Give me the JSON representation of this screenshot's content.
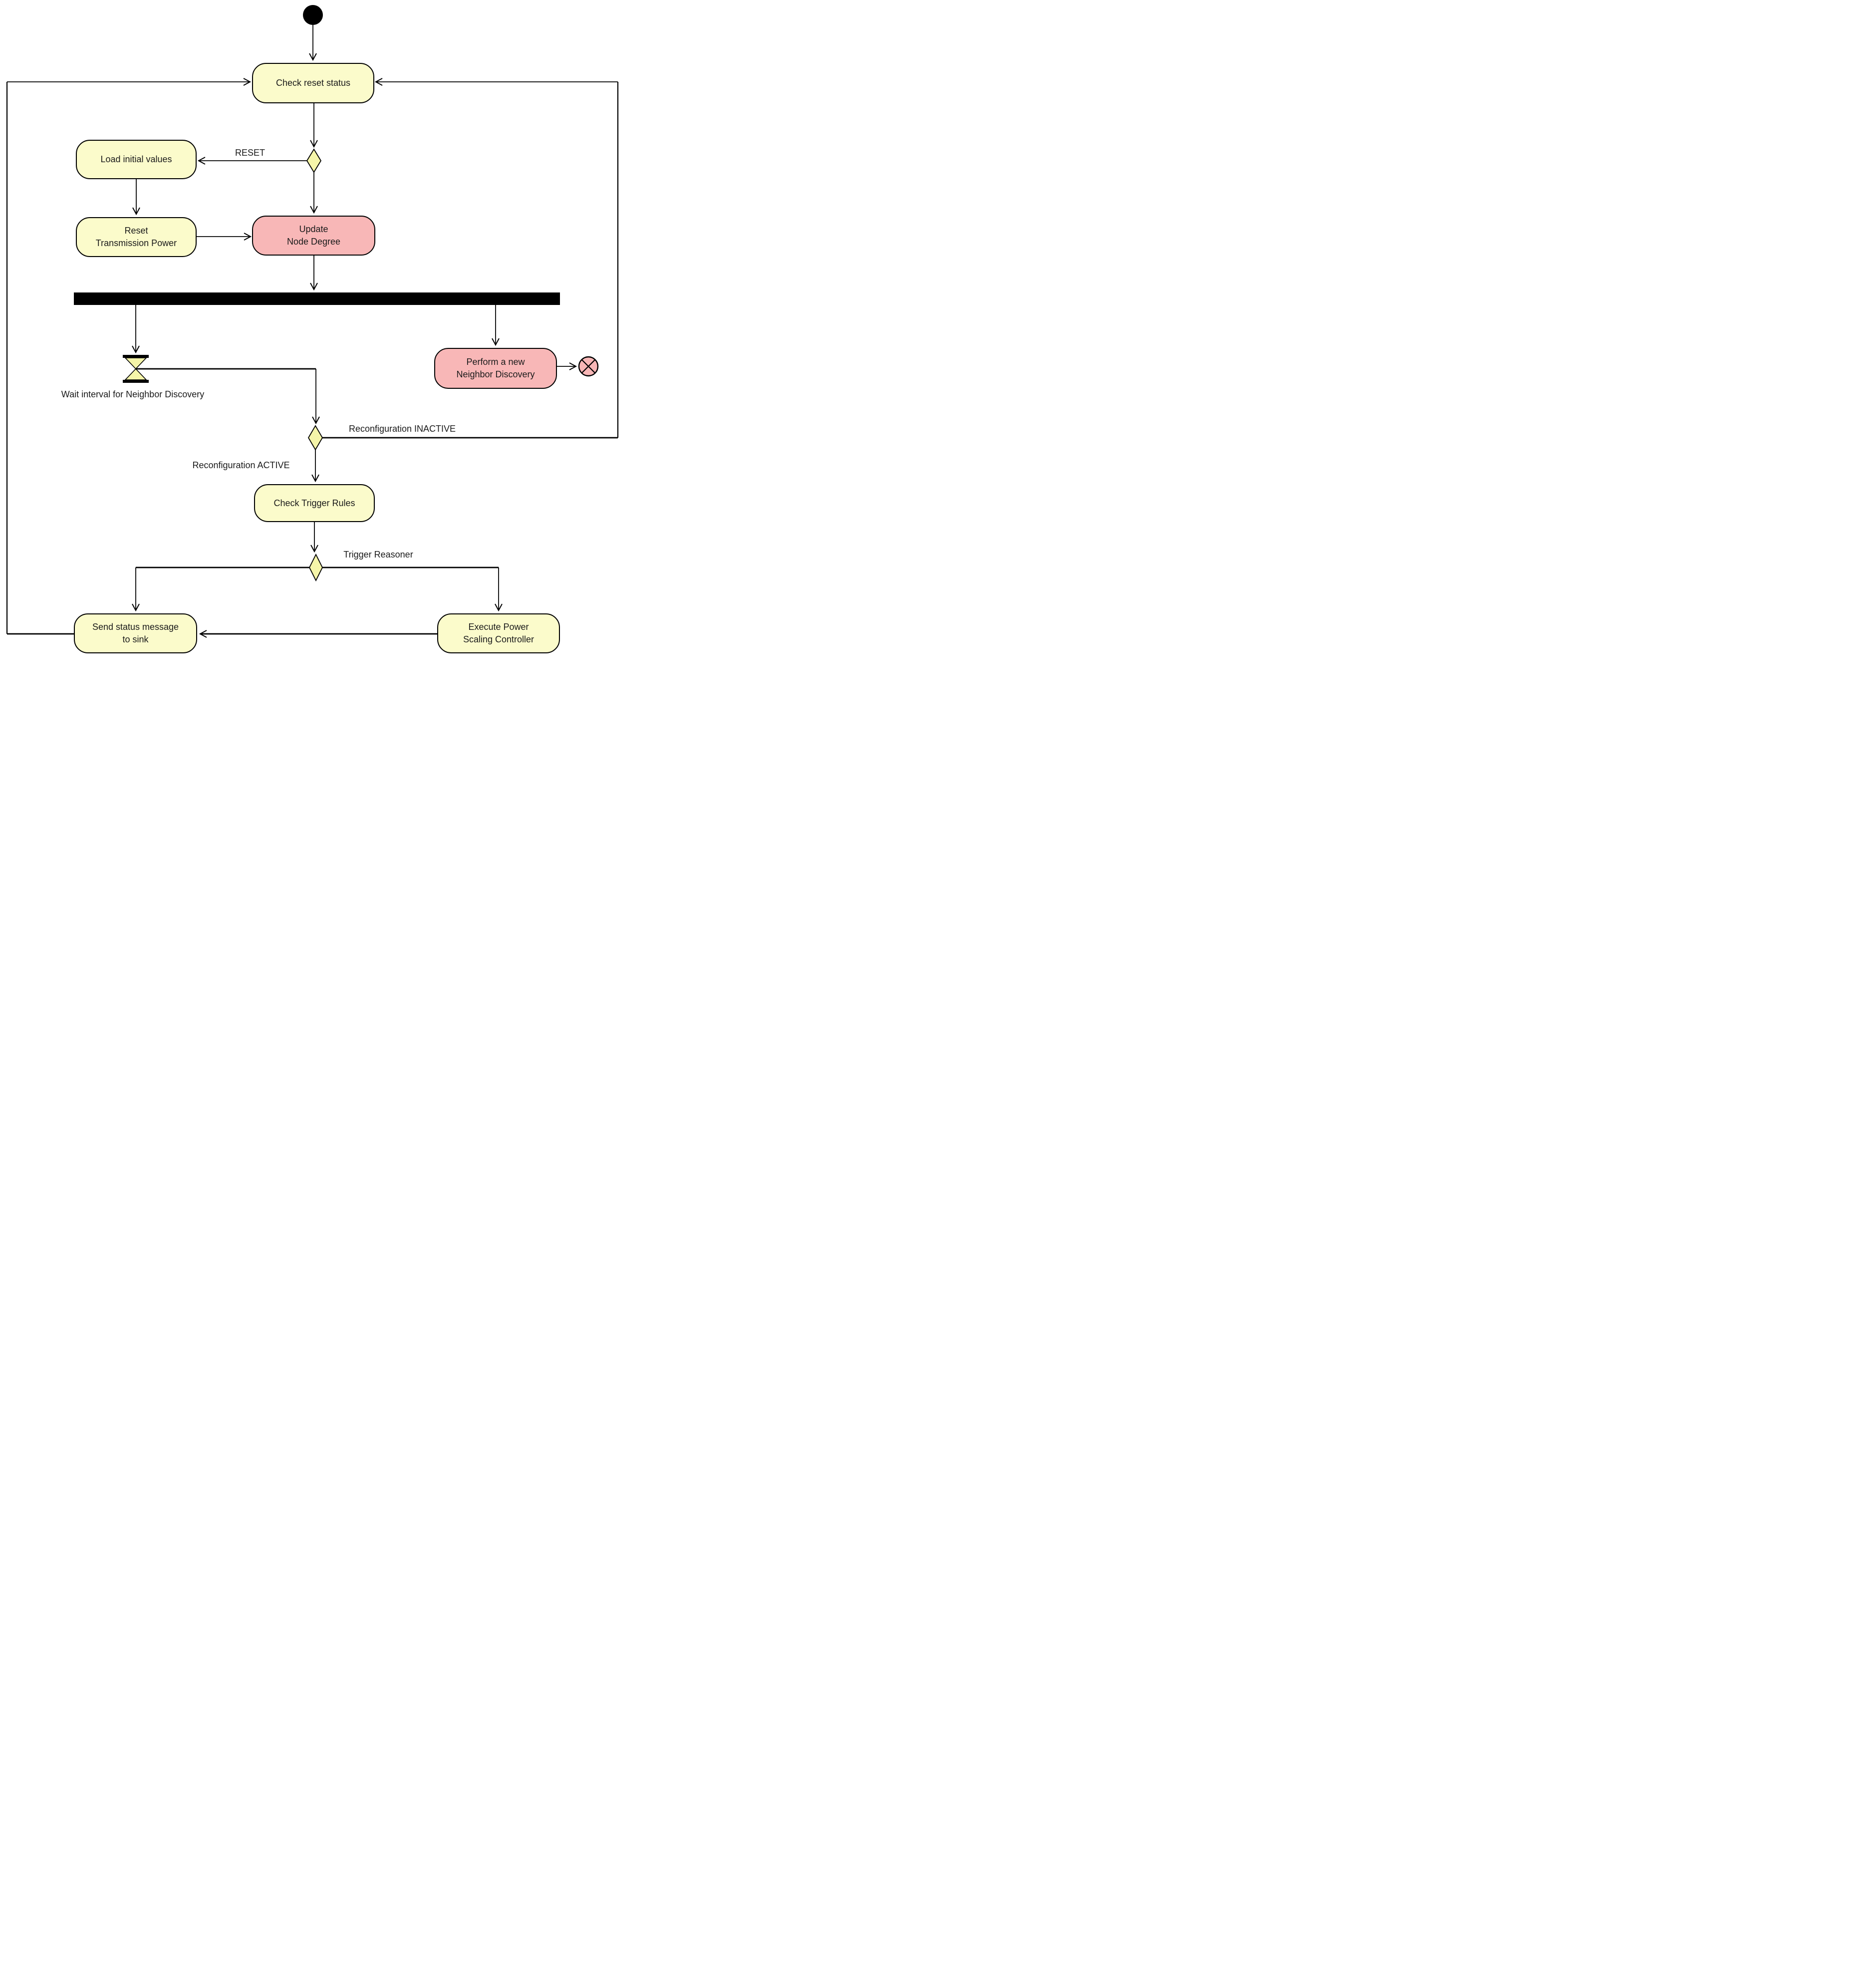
{
  "diagram": {
    "type": "uml-activity-diagram",
    "nodes": {
      "check_reset_status": {
        "label": "Check reset status",
        "kind": "action",
        "color": "yellow"
      },
      "load_initial_values": {
        "label": "Load initial values",
        "kind": "action",
        "color": "yellow"
      },
      "reset_transmission_power": {
        "label": "Reset\nTransmission Power",
        "kind": "action",
        "color": "yellow"
      },
      "update_node_degree": {
        "label": "Update\nNode Degree",
        "kind": "action",
        "color": "pink"
      },
      "perform_neighbor_discovery": {
        "label": "Perform a new\nNeighbor Discovery",
        "kind": "action",
        "color": "pink"
      },
      "check_trigger_rules": {
        "label": "Check Trigger Rules",
        "kind": "action",
        "color": "yellow"
      },
      "send_status_message": {
        "label": "Send status message\nto sink",
        "kind": "action",
        "color": "yellow"
      },
      "execute_power_scaling": {
        "label": "Execute Power\nScaling Controller",
        "kind": "action",
        "color": "yellow"
      },
      "initial_node": {
        "kind": "initial"
      },
      "flow_final_node": {
        "kind": "flow-final"
      },
      "fork_bar": {
        "kind": "fork"
      },
      "wait_timer": {
        "kind": "wait"
      },
      "decision_reset": {
        "kind": "decision"
      },
      "decision_reconfiguration": {
        "kind": "decision"
      },
      "decision_trigger": {
        "kind": "decision"
      }
    },
    "edge_labels": {
      "reset": "RESET",
      "reconfiguration_inactive": "Reconfiguration INACTIVE",
      "reconfiguration_active": "Reconfiguration ACTIVE",
      "trigger_reasoner": "Trigger Reasoner",
      "wait_interval": "Wait interval for Neighbor Discovery"
    },
    "colors": {
      "action_yellow": "#FBFBCB",
      "action_pink": "#F8B7B7",
      "decision_yellow": "#F5F5A9",
      "node_border": "#000000",
      "line": "#000000",
      "text": "#1A1A1A",
      "background": "#FFFFFF"
    }
  }
}
